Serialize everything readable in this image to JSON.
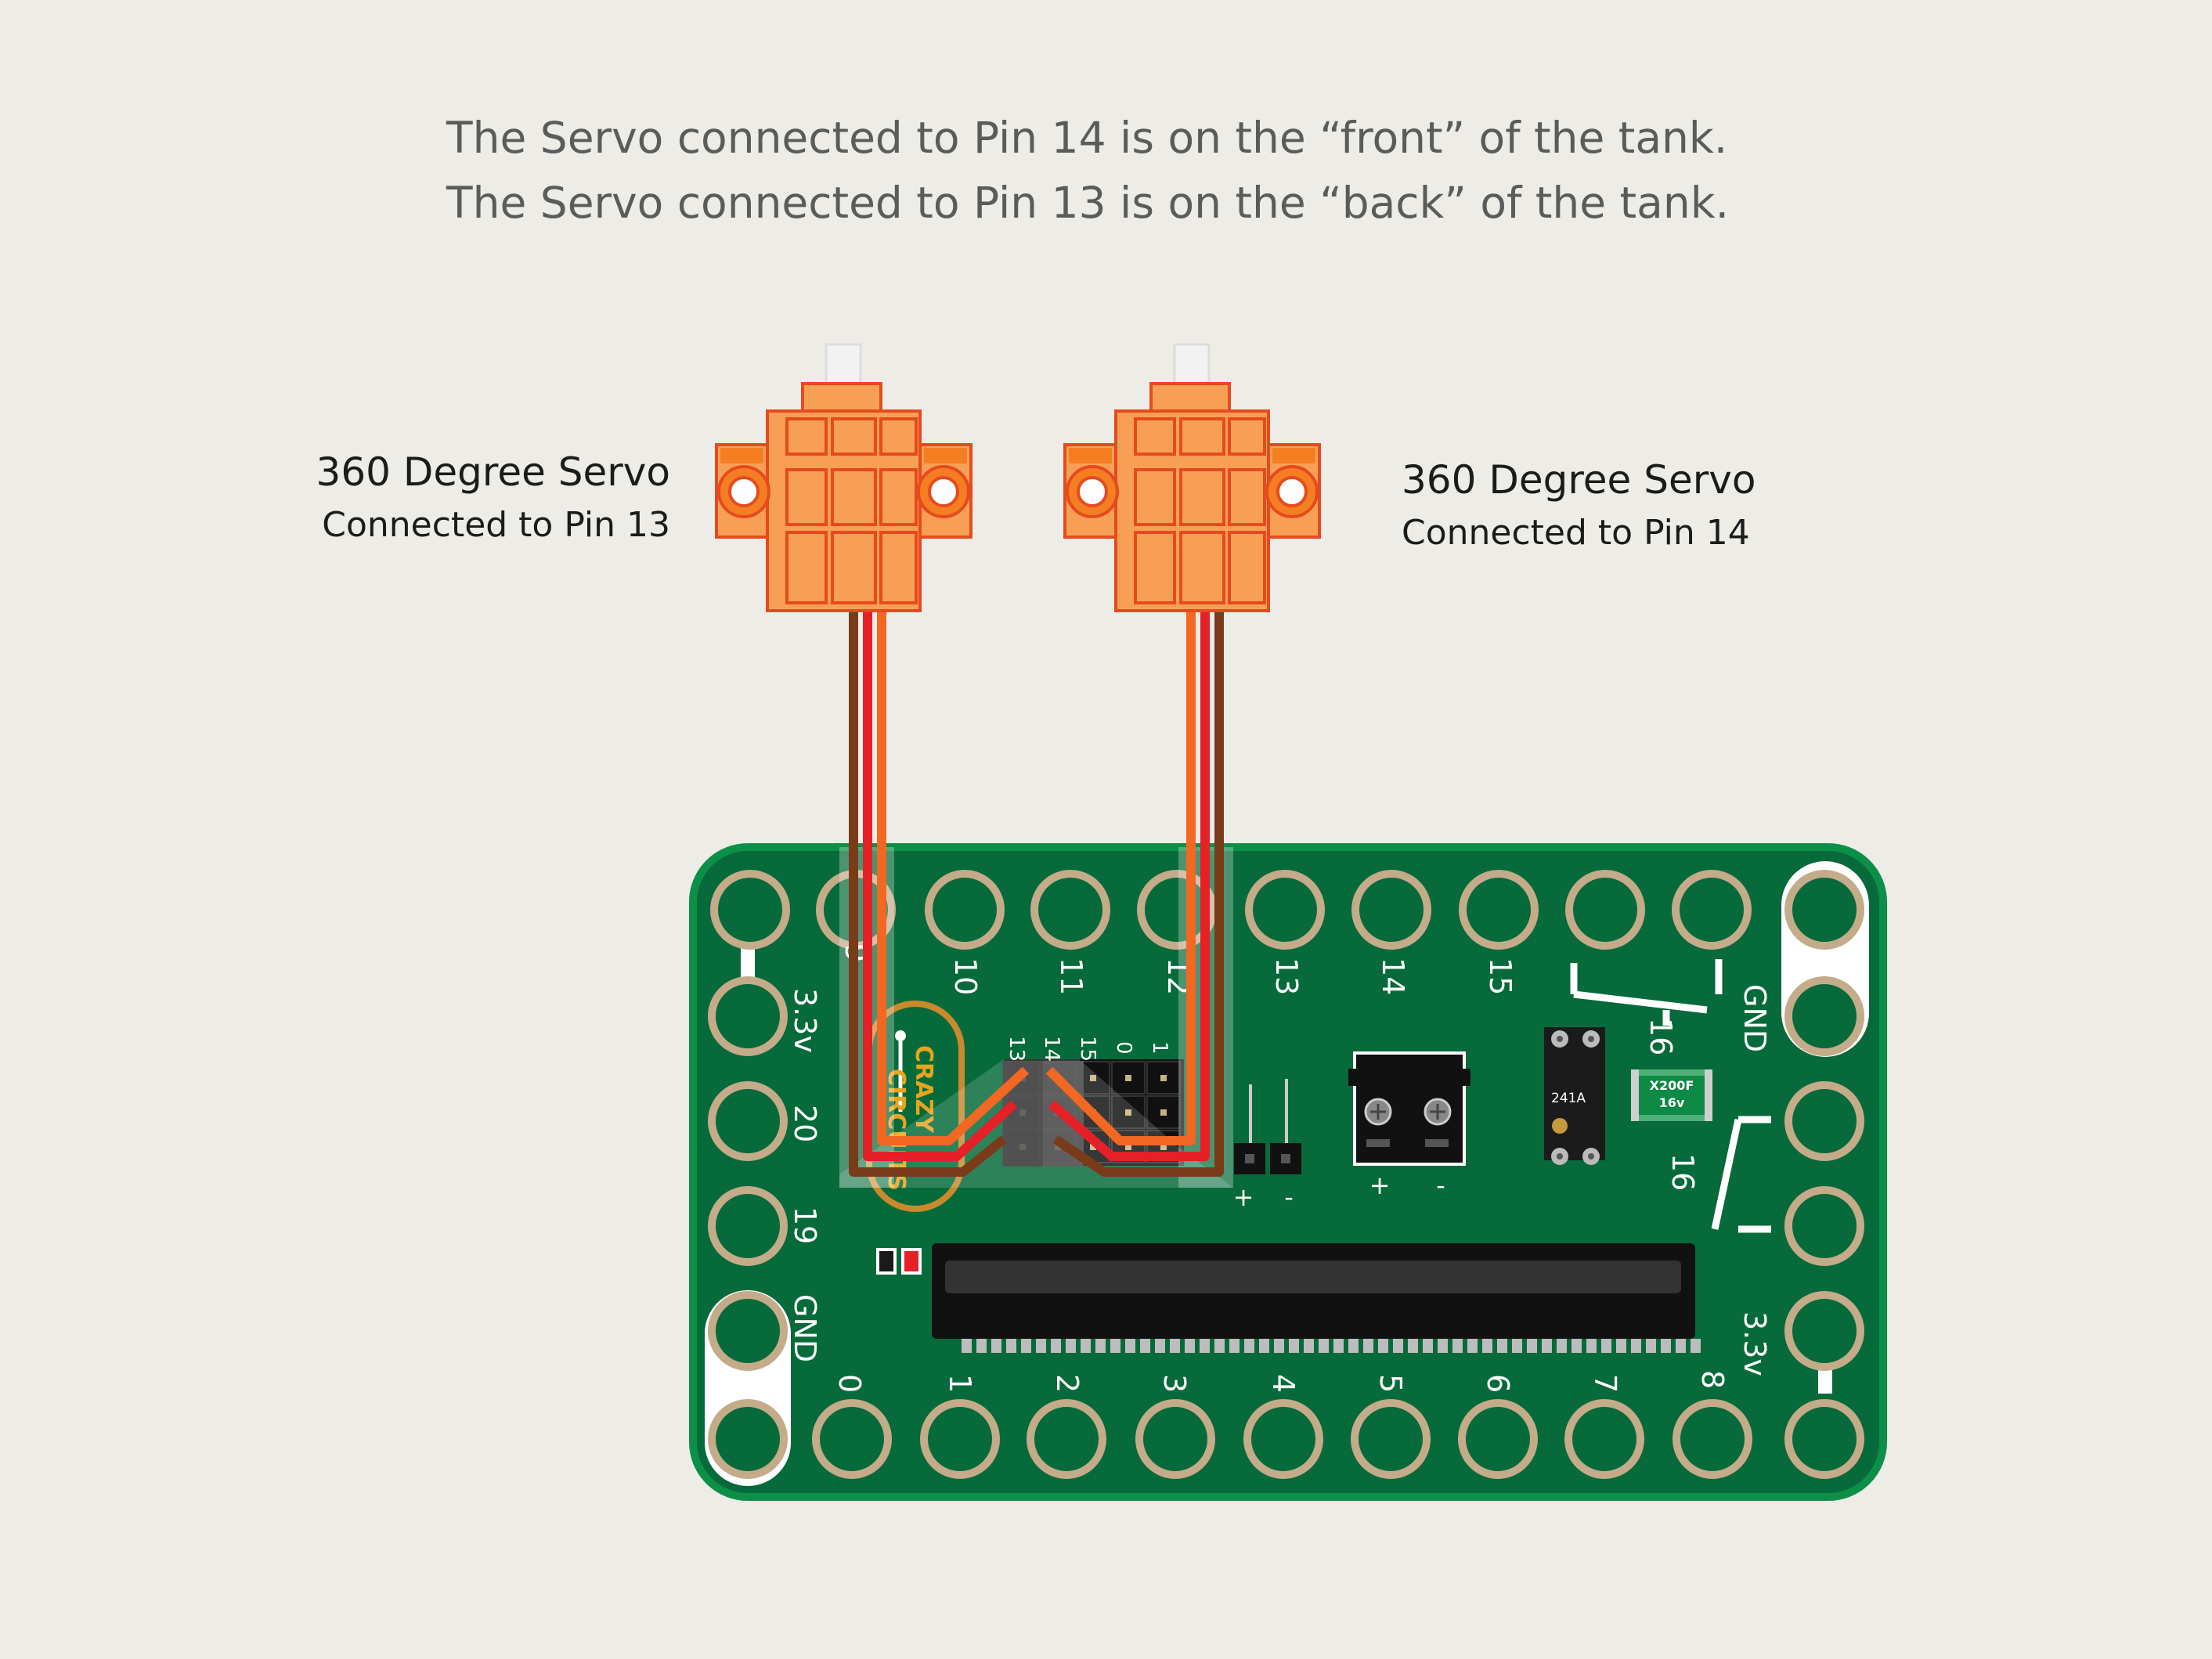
{
  "caption": {
    "line1": "The Servo connected to Pin 14 is on the “front” of the tank.",
    "line2": "The Servo connected to Pin 13 is on the “back” of the tank."
  },
  "servos": [
    {
      "title": "360 Degree Servo",
      "subtitle": "Connected to Pin 13"
    },
    {
      "title": "360 Degree Servo",
      "subtitle": "Connected to Pin 14"
    }
  ],
  "board": {
    "brand": [
      "CRAZY",
      "CIRCUITS"
    ],
    "top_pins": [
      "9",
      "10",
      "11",
      "12",
      "13",
      "14",
      "15",
      "16"
    ],
    "bottom_pins": [
      "0",
      "1",
      "2",
      "3",
      "4",
      "5",
      "6",
      "7",
      "8"
    ],
    "left_labels": [
      "3.3v",
      "20",
      "19",
      "GND"
    ],
    "right_labels": [
      "GND",
      "16",
      "3.3v"
    ],
    "header_labels": [
      "13",
      "14",
      "15",
      "0",
      "1"
    ],
    "power_labels": [
      "+",
      "-"
    ],
    "battery_labels": [
      "+",
      "-"
    ],
    "chip_text": "241A",
    "fuse_text": [
      "X200F",
      "16v"
    ]
  },
  "colors": {
    "background": "#edece6",
    "board": "#076a3a",
    "board_edge": "#0c8f46",
    "pad": "#c4ab8a",
    "servo": "#f7a055",
    "servo_dark": "#f47e21",
    "servo_line": "#e64a1f",
    "wire_brown": "#7a3b1b",
    "wire_red": "#e52027",
    "wire_orange": "#f26722"
  }
}
